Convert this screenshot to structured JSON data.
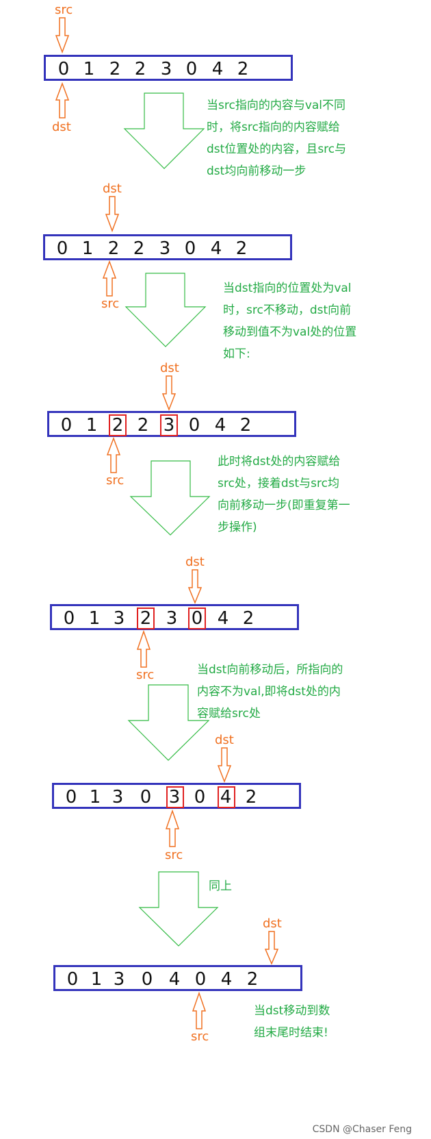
{
  "labels": {
    "src": "src",
    "dst": "dst"
  },
  "rows": [
    {
      "digits": [
        "0",
        "1",
        "2",
        "2",
        "3",
        "0",
        "4",
        "2"
      ]
    },
    {
      "digits": [
        "0",
        "1",
        "2",
        "2",
        "3",
        "0",
        "4",
        "2"
      ]
    },
    {
      "digits": [
        "0",
        "1",
        "2",
        "2",
        "3",
        "0",
        "4",
        "2"
      ]
    },
    {
      "digits": [
        "0",
        "1",
        "3",
        "2",
        "3",
        "0",
        "4",
        "2"
      ]
    },
    {
      "digits": [
        "0",
        "1",
        "3",
        "0",
        "3",
        "0",
        "4",
        "2"
      ]
    },
    {
      "digits": [
        "0",
        "1",
        "3",
        "0",
        "4",
        "0",
        "4",
        "2"
      ]
    }
  ],
  "notes": [
    [
      "当src指向的内容与val不同",
      "时，将src指向的内容赋给",
      "dst位置处的内容，且src与",
      "dst均向前移动一步"
    ],
    [
      "当dst指向的位置处为val",
      "时，src不移动，dst向前",
      "移动到值不为val处的位置",
      "如下:"
    ],
    [
      "此时将dst处的内容赋给",
      "src处，接着dst与src均",
      "向前移动一步(即重复第一",
      "步操作)"
    ],
    [
      "当dst向前移动后，所指向的",
      "内容不为val,即将dst处的内",
      "容赋给src处"
    ],
    [
      "同上"
    ],
    [
      "当dst移动到数",
      "组末尾时结束!"
    ]
  ],
  "colors": {
    "box": "#3333bb",
    "pointer": "#f07020",
    "note": "#22aa44",
    "highlight": "#e02020",
    "arrow": "#33bb44"
  },
  "watermark": "CSDN @Chaser Feng"
}
